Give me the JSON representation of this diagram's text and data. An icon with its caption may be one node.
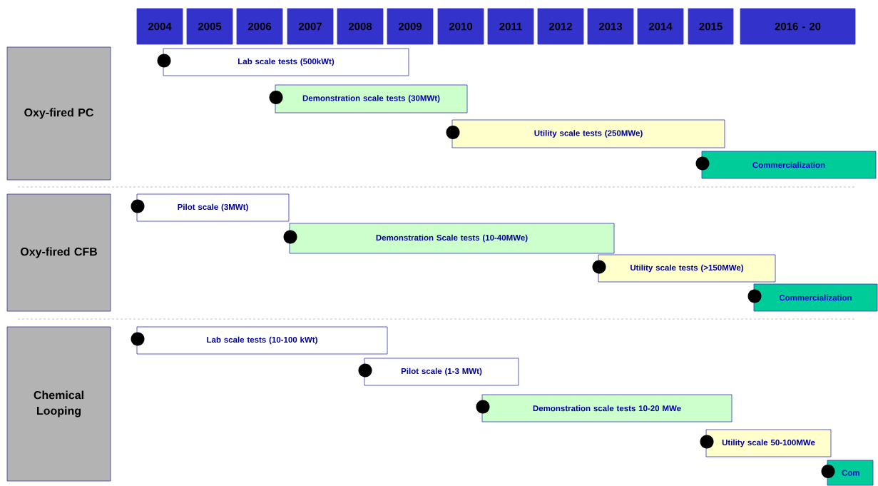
{
  "diagram": {
    "nodes": [
      {
        "text": [
          "2004"
        ]
      },
      {
        "text": [
          "2005"
        ]
      },
      {
        "text": [
          "2006"
        ]
      },
      {
        "text": [
          "2007"
        ]
      },
      {
        "text": [
          "2008"
        ]
      },
      {
        "text": [
          "2009"
        ]
      },
      {
        "text": [
          "2010"
        ]
      },
      {
        "text": [
          "2011"
        ]
      },
      {
        "text": [
          "2012"
        ]
      },
      {
        "text": [
          "2013"
        ]
      },
      {
        "text": [
          "2014"
        ]
      },
      {
        "text": [
          "2015"
        ]
      },
      {
        "text": [
          "2016 - 20"
        ]
      },
      {
        "text": [
          "Oxy-fired PC"
        ]
      },
      {
        "text": [
          "Lab scale tests (500kWt)"
        ]
      },
      {
        "text": [
          "Demonstration scale tests (30MWt)"
        ]
      },
      {
        "text": [
          "Utility scale tests (250MWe)"
        ]
      },
      {
        "text": [
          "Commercialization"
        ]
      },
      {
        "text": [
          "Oxy-fired CFB"
        ]
      },
      {
        "text": [
          "Pilot scale (3MWt)"
        ]
      },
      {
        "text": [
          "Demonstration Scale tests (10-40MWe)"
        ]
      },
      {
        "text": [
          "Utility scale tests (>150MWe)"
        ]
      },
      {
        "text": [
          "Commercialization"
        ]
      },
      {
        "text": [
          "Chemical Looping"
        ]
      },
      {
        "text": [
          "Lab scale tests (10-100 kWt)"
        ]
      },
      {
        "text": [
          "Pilot scale (1-3 MWt)"
        ]
      },
      {
        "text": [
          "Demonstration scale tests 10-20 MWe"
        ]
      },
      {
        "text": [
          "Utility scale 50-100MWe"
        ]
      },
      {
        "text": [
          "Com"
        ]
      }
    ]
  }
}
